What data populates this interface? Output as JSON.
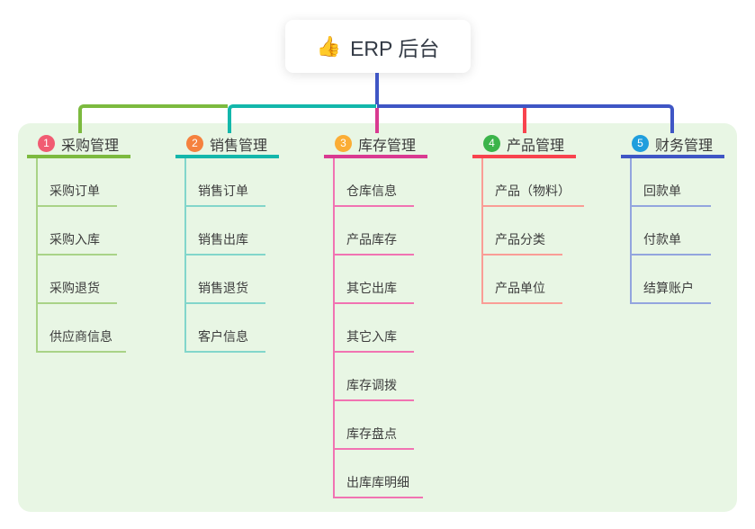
{
  "root": {
    "label": "ERP 后台",
    "icon_name": "thumbs-up",
    "icon_glyph": "👍"
  },
  "branches": [
    {
      "number": "1",
      "label": "采购管理",
      "color": "#7cba3f",
      "light_color": "#a9d387",
      "badge_color": "#f15b72",
      "children": [
        "采购订单",
        "采购入库",
        "采购退货",
        "供应商信息"
      ]
    },
    {
      "number": "2",
      "label": "销售管理",
      "color": "#13b7ab",
      "light_color": "#82d6cb",
      "badge_color": "#f5813e",
      "children": [
        "销售订单",
        "销售出库",
        "销售退货",
        "客户信息"
      ]
    },
    {
      "number": "3",
      "label": "库存管理",
      "color": "#d93a91",
      "light_color": "#f173b2",
      "badge_color": "#fbad35",
      "children": [
        "仓库信息",
        "产品库存",
        "其它出库",
        "其它入库",
        "库存调拨",
        "库存盘点",
        "出库库明细"
      ]
    },
    {
      "number": "4",
      "label": "产品管理",
      "color": "#f8434e",
      "light_color": "#fa9d96",
      "badge_color": "#3bb44a",
      "children": [
        "产品（物料）",
        "产品分类",
        "产品单位"
      ]
    },
    {
      "number": "5",
      "label": "财务管理",
      "color": "#3f56c5",
      "light_color": "#93a5de",
      "badge_color": "#1f9edd",
      "children": [
        "回款单",
        "付款单",
        "结算账户"
      ]
    }
  ],
  "colors": {
    "canvas_bg": "#ffffff",
    "panel_bg": "#e8f6e4",
    "root_text": "#333a45",
    "title_text": "#3a3a3a",
    "child_text": "#3d3d3d"
  }
}
